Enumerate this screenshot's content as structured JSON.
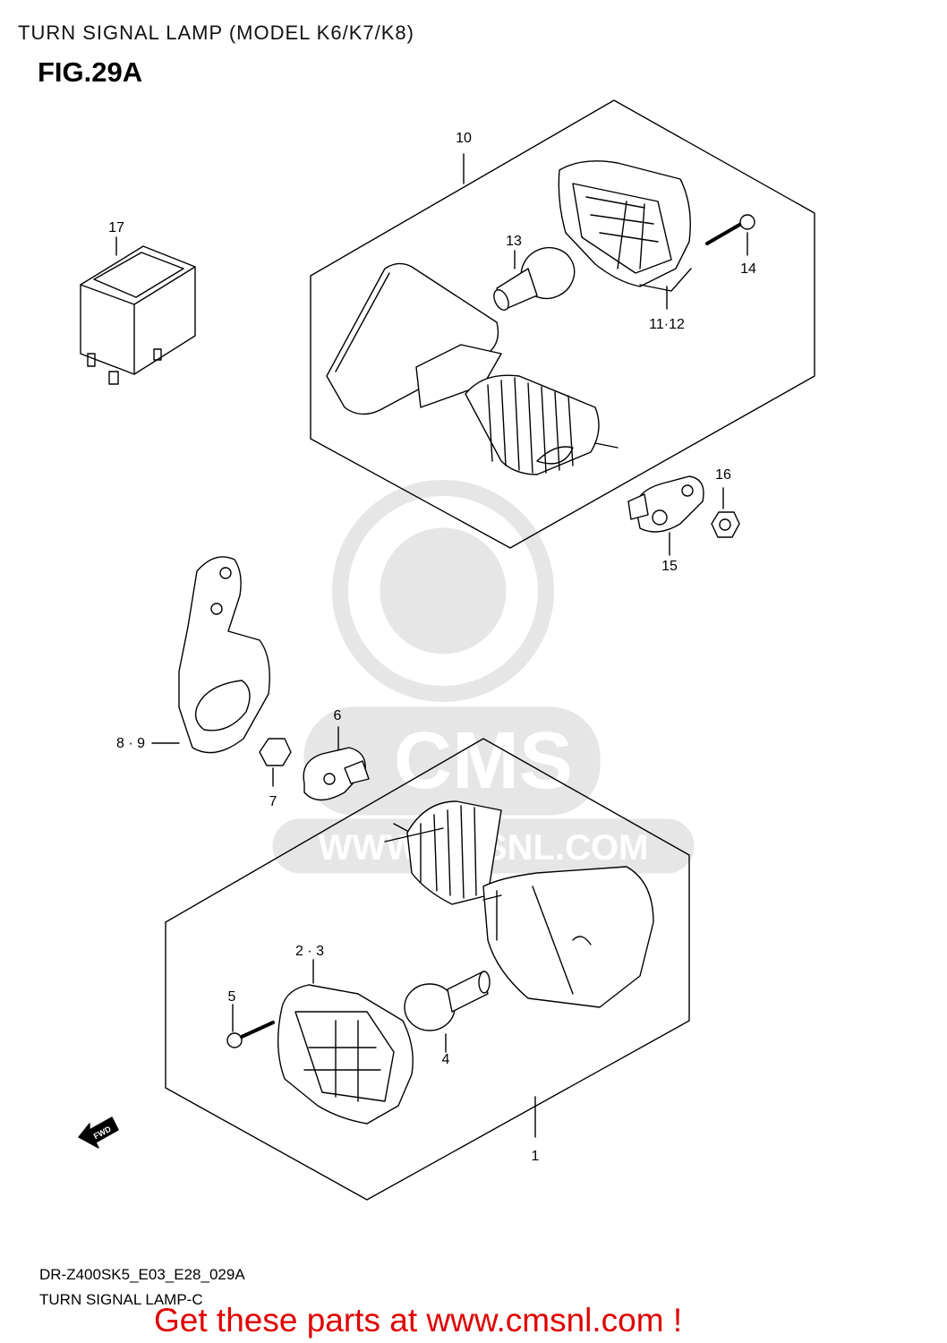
{
  "header": {
    "title": "TURN SIGNAL LAMP (MODEL K6/K7/K8)",
    "figure": "FIG.29A"
  },
  "callouts": {
    "c10": "10",
    "c13": "13",
    "c14": "14",
    "c11_12": "11·12",
    "c17": "17",
    "c16": "16",
    "c15": "15",
    "c8_9": "8 · 9",
    "c6": "6",
    "c7": "7",
    "c2_3": "2 · 3",
    "c5": "5",
    "c4": "4",
    "c1": "1"
  },
  "watermark": {
    "brand": "CMS",
    "url": "WWW.CMSNL.COM"
  },
  "fwd_label": "FWD",
  "footer": {
    "code": "DR-Z400SK5_E03_E28_029A",
    "name": "TURN SIGNAL LAMP-C",
    "cta": "Get these parts at www.cmsnl.com !"
  },
  "colors": {
    "line": "#000000",
    "watermark": "#e4e4e4",
    "cta": "#e00000"
  }
}
